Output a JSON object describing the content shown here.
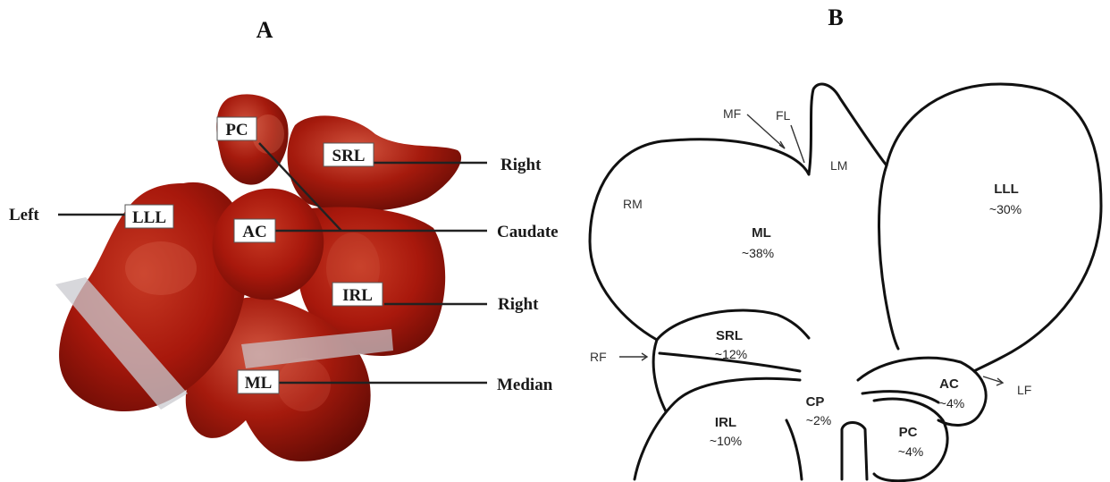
{
  "panel_a": {
    "letter": "A",
    "boxed_labels": {
      "pc": "PC",
      "srl": "SRL",
      "lll": "LLL",
      "ac": "AC",
      "irl": "IRL",
      "ml": "ML"
    },
    "side_labels": {
      "left": "Left",
      "right_top": "Right",
      "caudate": "Caudate",
      "right_mid": "Right",
      "median": "Median"
    },
    "colors": {
      "lobe_fill": "#a8180c",
      "lobe_shadow": "#5e0a04",
      "lobe_highlight": "#d2553f",
      "plane": "#c9c9cf"
    }
  },
  "panel_b": {
    "letter": "B",
    "landmarks": {
      "mf": "MF",
      "fl": "FL",
      "lm": "LM",
      "rm": "RM",
      "rf": "RF",
      "lf": "LF"
    },
    "lobes": {
      "ml": {
        "name": "ML",
        "pct": "~38%"
      },
      "lll": {
        "name": "LLL",
        "pct": "~30%"
      },
      "srl": {
        "name": "SRL",
        "pct": "~12%"
      },
      "irl": {
        "name": "IRL",
        "pct": "~10%"
      },
      "cp": {
        "name": "CP",
        "pct": "~2%"
      },
      "ac": {
        "name": "AC",
        "pct": "~4%"
      },
      "pc": {
        "name": "PC",
        "pct": "~4%"
      }
    }
  }
}
